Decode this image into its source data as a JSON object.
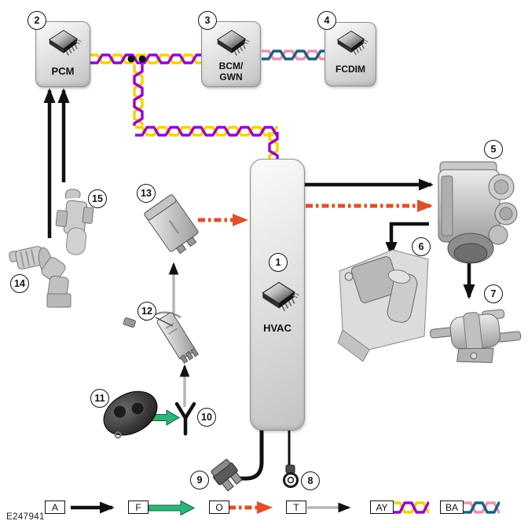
{
  "figure_id": "E247941",
  "modules": {
    "hvac": {
      "callout": "1",
      "label": "HVAC"
    },
    "pcm": {
      "callout": "2",
      "label": "PCM"
    },
    "bcm": {
      "callout": "3",
      "label": "BCM/\nGWN"
    },
    "fcdim": {
      "callout": "4",
      "label": "FCDIM"
    }
  },
  "callouts": {
    "1": "1",
    "2": "2",
    "3": "3",
    "4": "4",
    "5": "5",
    "6": "6",
    "7": "7",
    "8": "8",
    "9": "9",
    "10": "10",
    "11": "11",
    "12": "12",
    "13": "13",
    "14": "14",
    "15": "15"
  },
  "legend": {
    "items": [
      {
        "code": "A",
        "symbol": "black-solid-arrow"
      },
      {
        "code": "F",
        "symbol": "green-outlined-arrow"
      },
      {
        "code": "O",
        "symbol": "orange-dashed-arrow"
      },
      {
        "code": "T",
        "symbol": "gray-shaft-black-head-arrow"
      },
      {
        "code": "AY",
        "symbol": "twisted-pair-yellow-violet"
      },
      {
        "code": "BA",
        "symbol": "twisted-pair-pink-blue"
      }
    ]
  },
  "colors": {
    "wire_yellow": "#f2d400",
    "wire_violet": "#9a00cc",
    "wire_pink": "#ef8fb5",
    "wire_blue": "#1d5f80",
    "arrow_black": "#111111",
    "arrow_green": "#2db578",
    "arrow_orange": "#e04f28",
    "arrow_gray": "#b5b5b5"
  }
}
